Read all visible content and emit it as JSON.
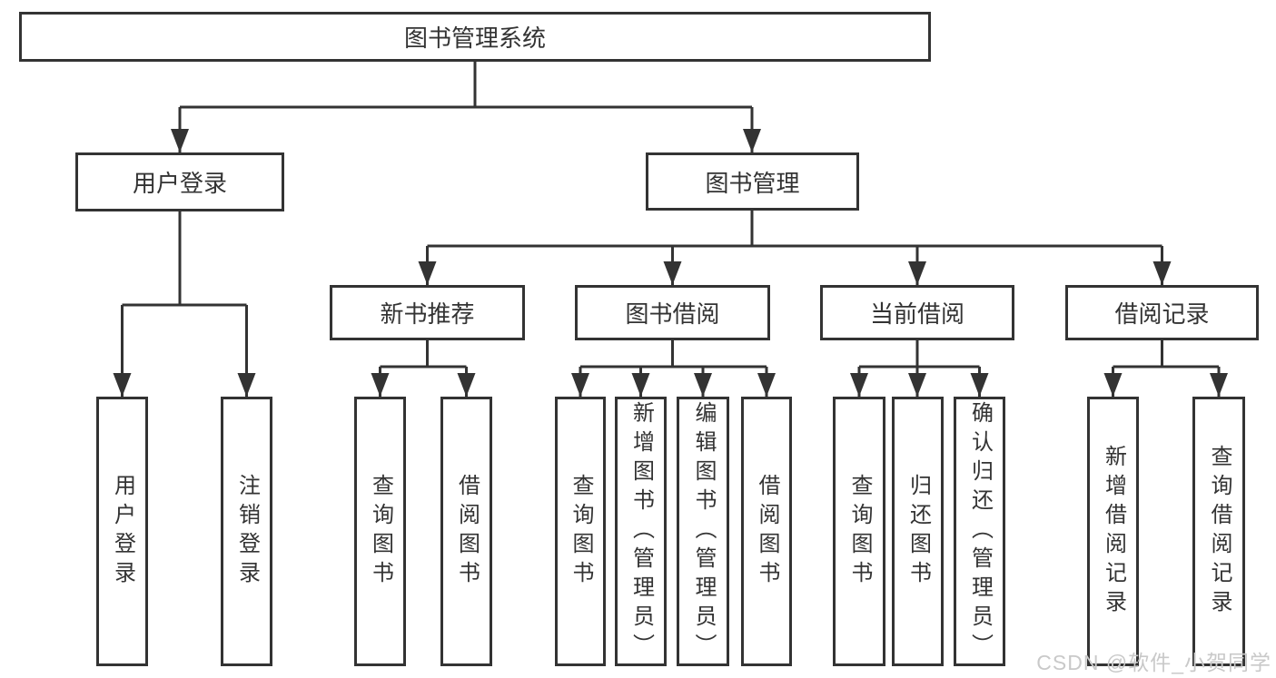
{
  "diagram_type": "hierarchy-tree",
  "colors": {
    "line": "#333333",
    "text": "#333333",
    "box_background": "#ffffff",
    "watermark": "#c9c9c9"
  },
  "watermark": "CSDN @软件_小贺同学",
  "tree": {
    "label": "图书管理系统",
    "children": [
      {
        "label": "用户登录",
        "children": [
          {
            "label": "用户登录"
          },
          {
            "label": "注销登录"
          }
        ]
      },
      {
        "label": "图书管理",
        "children": [
          {
            "label": "新书推荐",
            "children": [
              {
                "label": "查询图书"
              },
              {
                "label": "借阅图书"
              }
            ]
          },
          {
            "label": "图书借阅",
            "children": [
              {
                "label": "查询图书"
              },
              {
                "label": "新增图书（管理员）"
              },
              {
                "label": "编辑图书（管理员）"
              },
              {
                "label": "借阅图书"
              }
            ]
          },
          {
            "label": "当前借阅",
            "children": [
              {
                "label": "查询图书"
              },
              {
                "label": "归还图书"
              },
              {
                "label": "确认归还（管理员）"
              }
            ]
          },
          {
            "label": "借阅记录",
            "children": [
              {
                "label": "新增借阅记录"
              },
              {
                "label": "查询借阅记录"
              }
            ]
          }
        ]
      }
    ]
  }
}
